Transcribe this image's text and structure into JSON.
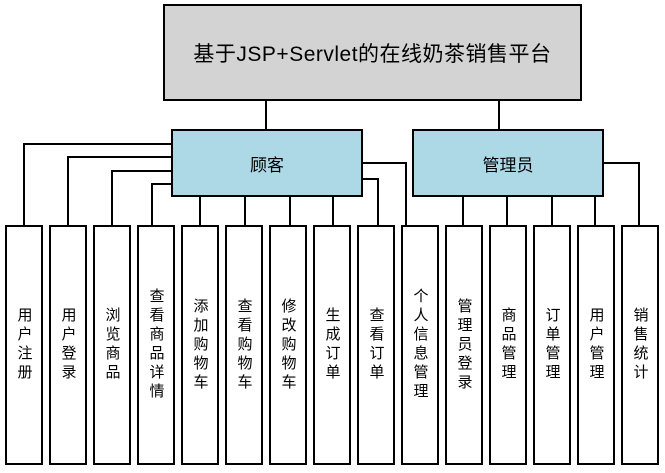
{
  "diagram": {
    "root_label": "基于JSP+Servlet的在线奶茶销售平台",
    "branches": [
      {
        "label": "顾客",
        "children": [
          "用户注册",
          "用户登录",
          "浏览商品",
          "查看商品详情",
          "添加购物车",
          "查看购物车",
          "修改购物车",
          "生成订单",
          "查看订单",
          "个人信息管理"
        ]
      },
      {
        "label": "管理员",
        "children": [
          "管理员登录",
          "商品管理",
          "订单管理",
          "用户管理",
          "销售统计"
        ]
      }
    ]
  },
  "colors": {
    "canvas_bg": "#ffffff",
    "root_fill": "#d3d3d3",
    "branch_fill": "#add8e6",
    "leaf_fill": "#ffffff",
    "border": "#000000",
    "line": "#000000"
  }
}
